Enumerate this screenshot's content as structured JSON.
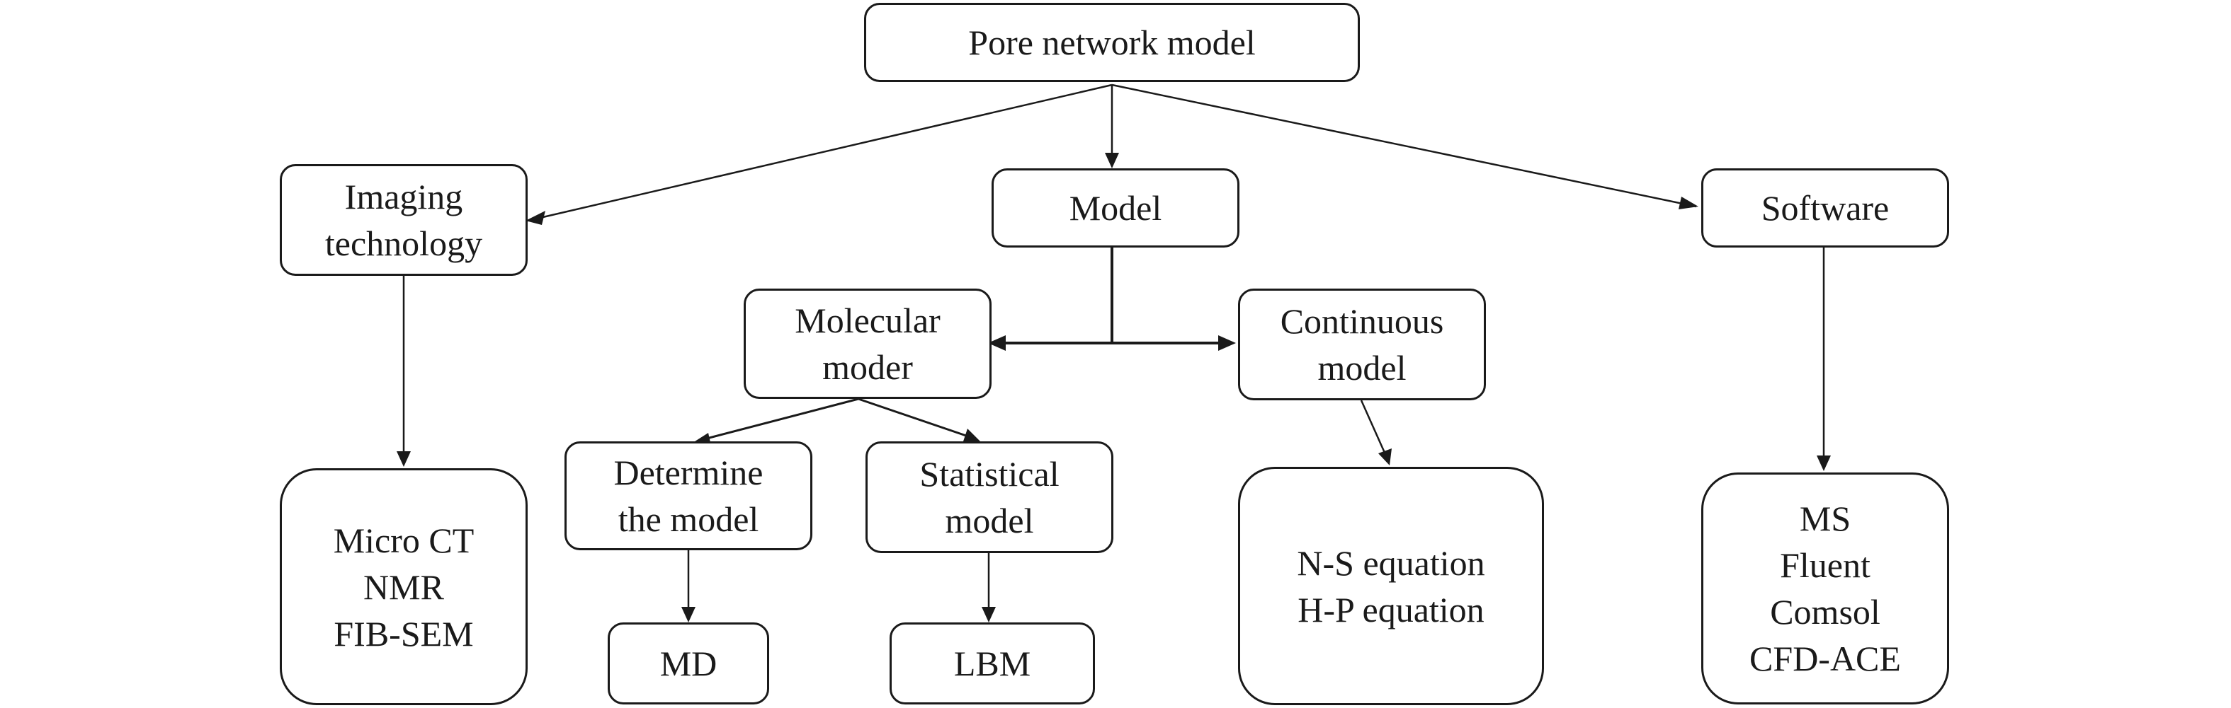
{
  "diagram": {
    "nodes": {
      "root": {
        "lines": [
          "Pore network model"
        ]
      },
      "imaging": {
        "lines": [
          "Imaging",
          "technology"
        ]
      },
      "model": {
        "lines": [
          "Model"
        ]
      },
      "software": {
        "lines": [
          "Software"
        ]
      },
      "molecular": {
        "lines": [
          "Molecular",
          "moder"
        ]
      },
      "continuous": {
        "lines": [
          "Continuous",
          "model"
        ]
      },
      "determine": {
        "lines": [
          "Determine",
          "the model"
        ]
      },
      "statistical": {
        "lines": [
          "Statistical",
          "model"
        ]
      },
      "imaging_list": {
        "lines": [
          "Micro CT",
          "NMR",
          "FIB-SEM"
        ]
      },
      "md": {
        "lines": [
          "MD"
        ]
      },
      "lbm": {
        "lines": [
          "LBM"
        ]
      },
      "equations": {
        "lines": [
          "N-S equation",
          "H-P equation"
        ]
      },
      "software_list": {
        "lines": [
          "MS",
          "Fluent",
          "Comsol",
          "CFD-ACE"
        ]
      }
    },
    "edges": [
      {
        "from": "root",
        "to": "imaging"
      },
      {
        "from": "root",
        "to": "model"
      },
      {
        "from": "root",
        "to": "software"
      },
      {
        "from": "model",
        "to": "molecular"
      },
      {
        "from": "model",
        "to": "continuous"
      },
      {
        "from": "imaging",
        "to": "imaging_list"
      },
      {
        "from": "molecular",
        "to": "determine"
      },
      {
        "from": "molecular",
        "to": "statistical"
      },
      {
        "from": "determine",
        "to": "md"
      },
      {
        "from": "statistical",
        "to": "lbm"
      },
      {
        "from": "continuous",
        "to": "equations"
      },
      {
        "from": "software",
        "to": "software_list"
      }
    ]
  }
}
